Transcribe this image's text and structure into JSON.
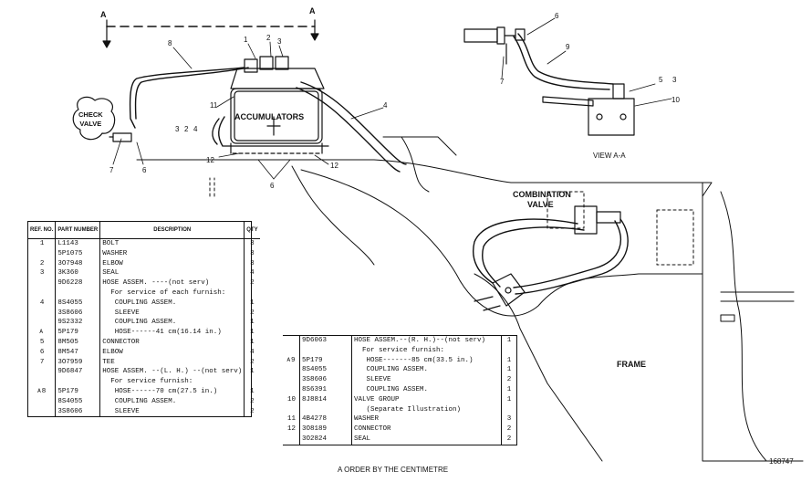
{
  "labels": {
    "section_a_left": "A",
    "section_a_right": "A",
    "check_valve": "CHECK\nVALVE",
    "accumulators": "ACCUMULATORS",
    "view_aa": "VIEW A-A",
    "combination_valve_1": "COMBINATION",
    "combination_valve_2": "VALVE",
    "frame": "FRAME",
    "drawing_number": "168747",
    "order_note": "A ORDER BY THE CENTIMETRE"
  },
  "callouts": {
    "c1": "1",
    "c2": "2",
    "c3": "3",
    "c8": "8",
    "c11": "11",
    "c3b": "3",
    "c2b": "2",
    "c4b": "4",
    "c7a": "7",
    "c6a": "6",
    "c12a": "12",
    "c6b": "6",
    "c12b": "12",
    "c4": "4",
    "c6c": "6",
    "c9": "9",
    "c7c": "7",
    "c5": "5",
    "c3c": "3",
    "c10": "10"
  },
  "table1": {
    "headers": {
      "ref": "REF. NO.",
      "part": "PART NUMBER",
      "desc": "DESCRIPTION",
      "qty": "QTY"
    },
    "rows": [
      {
        "mark": "",
        "ref": "1",
        "part": "L1143",
        "desc": "BOLT",
        "qty": "3"
      },
      {
        "mark": "",
        "ref": "",
        "part": "5P1075",
        "desc": "WASHER",
        "qty": "3"
      },
      {
        "mark": "",
        "ref": "2",
        "part": "3O7948",
        "desc": "ELBOW",
        "qty": "3"
      },
      {
        "mark": "",
        "ref": "3",
        "part": "3K360",
        "desc": "SEAL",
        "qty": "4"
      },
      {
        "mark": "",
        "ref": "",
        "part": "9D6228",
        "desc": "HOSE ASSEM. ----(not serv)",
        "qty": "2"
      },
      {
        "mark": "",
        "ref": "",
        "part": "",
        "desc": "  For service of each furnish:",
        "qty": ""
      },
      {
        "mark": "",
        "ref": "4",
        "part": "8S4055",
        "desc": "   COUPLING ASSEM.",
        "qty": "1"
      },
      {
        "mark": "",
        "ref": "",
        "part": "3S8606",
        "desc": "   SLEEVE",
        "qty": "2"
      },
      {
        "mark": "",
        "ref": "",
        "part": "9S2332",
        "desc": "   COUPLING ASSEM.",
        "qty": "1"
      },
      {
        "mark": "A",
        "ref": "",
        "part": "5P179",
        "desc": "   HOSE------41 cm(16.14 in.)",
        "qty": "1"
      },
      {
        "mark": "",
        "ref": "5",
        "part": "8M505",
        "desc": "CONNECTOR",
        "qty": "1"
      },
      {
        "mark": "",
        "ref": "6",
        "part": "8M547",
        "desc": "ELBOW",
        "qty": "4"
      },
      {
        "mark": "",
        "ref": "7",
        "part": "3O7959",
        "desc": "TEE",
        "qty": "2"
      },
      {
        "mark": "",
        "ref": "",
        "part": "9D6847",
        "desc": "HOSE ASSEM. --(L. H.) --(not serv)",
        "qty": "1"
      },
      {
        "mark": "",
        "ref": "",
        "part": "",
        "desc": "  For service furnish:",
        "qty": ""
      },
      {
        "mark": "A",
        "ref": "8",
        "part": "5P179",
        "desc": "   HOSE------70 cm(27.5 in.)",
        "qty": "1"
      },
      {
        "mark": "",
        "ref": "",
        "part": "8S4055",
        "desc": "   COUPLING ASSEM.",
        "qty": "2"
      },
      {
        "mark": "",
        "ref": "",
        "part": "3S8606",
        "desc": "   SLEEVE",
        "qty": "2"
      }
    ]
  },
  "table2": {
    "rows": [
      {
        "mark": "",
        "ref": "",
        "part": "9D6063",
        "desc": "HOSE ASSEM.--(R. H.)--(not serv)",
        "qty": "1"
      },
      {
        "mark": "",
        "ref": "",
        "part": "",
        "desc": "  For service furnish:",
        "qty": ""
      },
      {
        "mark": "A",
        "ref": "9",
        "part": "5P179",
        "desc": "   HOSE-------85 cm(33.5 in.)",
        "qty": "1"
      },
      {
        "mark": "",
        "ref": "",
        "part": "8S4055",
        "desc": "   COUPLING ASSEM.",
        "qty": "1"
      },
      {
        "mark": "",
        "ref": "",
        "part": "3S8606",
        "desc": "   SLEEVE",
        "qty": "2"
      },
      {
        "mark": "",
        "ref": "",
        "part": "8S6391",
        "desc": "   COUPLING ASSEM.",
        "qty": "1"
      },
      {
        "mark": "",
        "ref": "10",
        "part": "8J8814",
        "desc": "VALVE GROUP",
        "qty": "1"
      },
      {
        "mark": "",
        "ref": "",
        "part": "",
        "desc": "   (Separate Illustration)",
        "qty": ""
      },
      {
        "mark": "",
        "ref": "11",
        "part": "4B4278",
        "desc": "WASHER",
        "qty": "3"
      },
      {
        "mark": "",
        "ref": "12",
        "part": "3O8189",
        "desc": "CONNECTOR",
        "qty": "2"
      },
      {
        "mark": "",
        "ref": "",
        "part": "3O2824",
        "desc": "SEAL",
        "qty": "2"
      }
    ]
  }
}
